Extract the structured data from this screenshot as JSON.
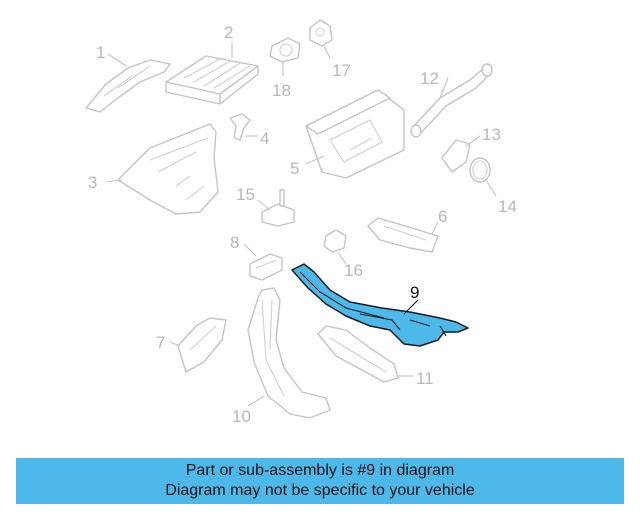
{
  "callouts": {
    "p1": "1",
    "p2": "2",
    "p3": "3",
    "p4": "4",
    "p5": "5",
    "p6": "6",
    "p7": "7",
    "p8": "8",
    "p9": "9",
    "p10": "10",
    "p11": "11",
    "p12": "12",
    "p13": "13",
    "p14": "14",
    "p15": "15",
    "p16": "16",
    "p17": "17",
    "p18": "18"
  },
  "highlight": {
    "part": "9",
    "color": "#4db8ea"
  },
  "banner": {
    "line1": "Part or sub-assembly is #9 in diagram",
    "line2": "Diagram may not be specific to your vehicle",
    "color": "#4db8ea"
  }
}
